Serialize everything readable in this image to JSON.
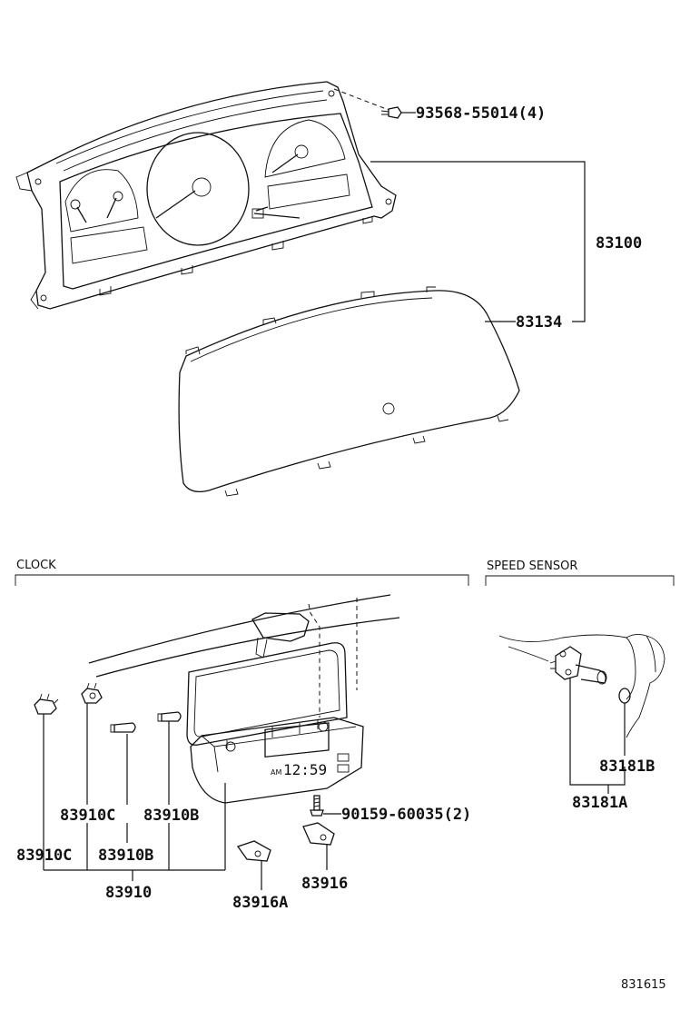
{
  "sections": {
    "clock": "CLOCK",
    "speed_sensor": "SPEED SENSOR"
  },
  "parts": {
    "p93568": "93568-55014(4)",
    "p83100": "83100",
    "p83134": "83134",
    "p83910C_a": "83910C",
    "p83910B_a": "83910B",
    "p83910C_b": "83910C",
    "p83910B_b": "83910B",
    "p83910": "83910",
    "p90159": "90159-60035(2)",
    "p83916": "83916",
    "p83916A": "83916A",
    "p83181B": "83181B",
    "p83181A": "83181A"
  },
  "clock_display": {
    "am": "AM",
    "time": "12:59"
  },
  "diagram_ref": "831615"
}
